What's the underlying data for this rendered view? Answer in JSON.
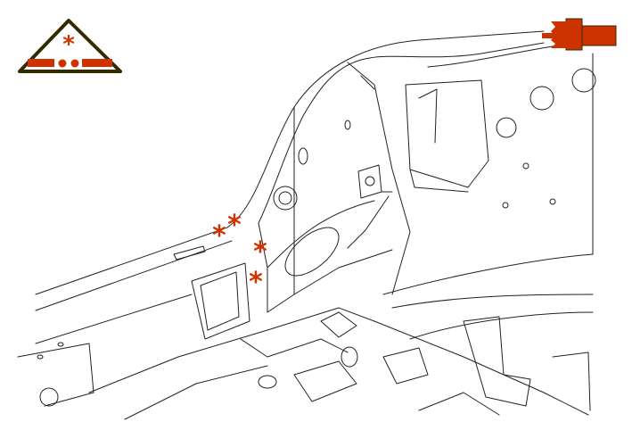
{
  "colors": {
    "accent": "#cc3300",
    "outline": "#332b00",
    "line": "#222222",
    "background": "#ffffff"
  },
  "icons": {
    "top_left": "warning-triangle-weld-symbol-icon",
    "top_right": "connector-plug-icon",
    "markers": "weld-point-asterisk-icon"
  },
  "markers": [
    "asterisk",
    "asterisk",
    "asterisk",
    "asterisk"
  ]
}
